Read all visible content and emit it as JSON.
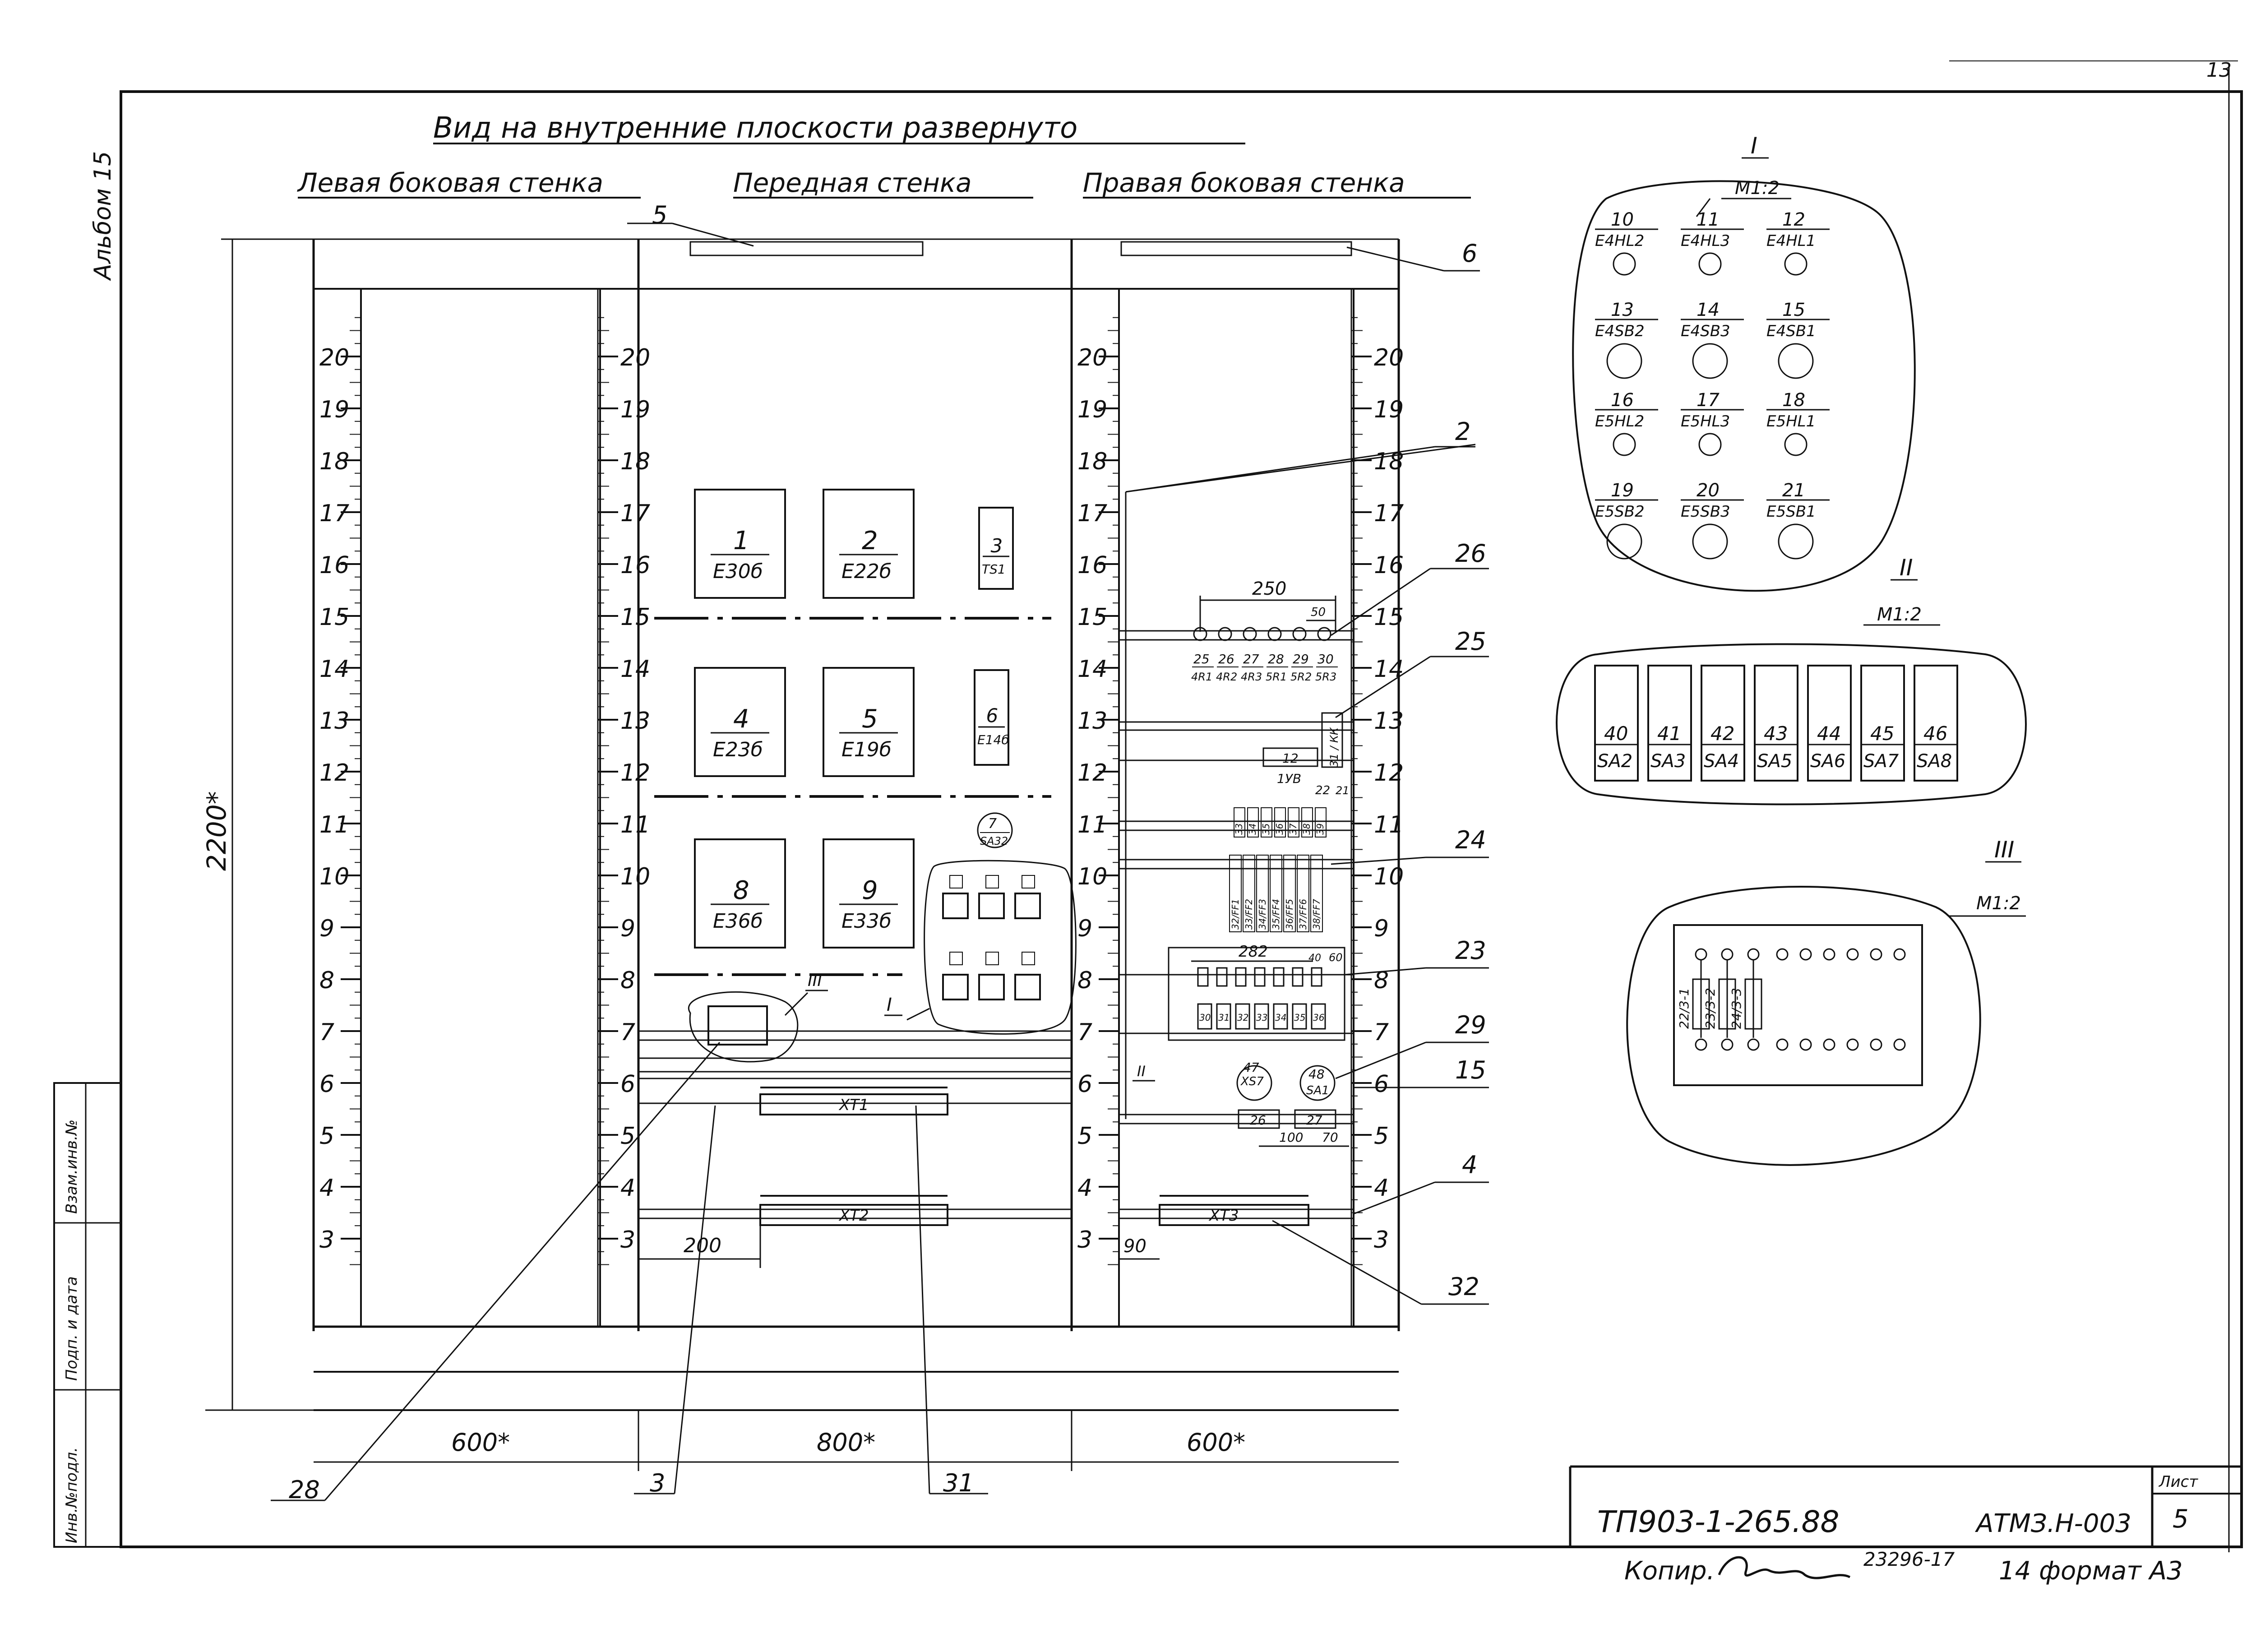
{
  "sheet": {
    "side_label": "Альбом 15",
    "corner_page": "13",
    "title": "Вид на внутренние плоскости развернуто",
    "views": {
      "left": "Левая боковая стенка",
      "front": "Передная стенка",
      "right": "Правая боковая стенка"
    }
  },
  "dimensions": {
    "height": "2200*",
    "left_width": "600*",
    "front_width": "800*",
    "right_width": "600*",
    "xt_offset": "200",
    "xt3_offset": "90"
  },
  "scale": [
    "3",
    "4",
    "5",
    "6",
    "7",
    "8",
    "9",
    "10",
    "11",
    "12",
    "13",
    "14",
    "15",
    "16",
    "17",
    "18",
    "19",
    "20"
  ],
  "callouts": [
    {
      "n": "5"
    },
    {
      "n": "6"
    },
    {
      "n": "2"
    },
    {
      "n": "26"
    },
    {
      "n": "25"
    },
    {
      "n": "24"
    },
    {
      "n": "23"
    },
    {
      "n": "29"
    },
    {
      "n": "15"
    },
    {
      "n": "4"
    },
    {
      "n": "32"
    },
    {
      "n": "28"
    },
    {
      "n": "3"
    },
    {
      "n": "31"
    }
  ],
  "front_devices": [
    {
      "num": "1",
      "code": "E30б"
    },
    {
      "num": "2",
      "code": "E22б"
    },
    {
      "num": "3",
      "code": "TS1"
    },
    {
      "num": "4",
      "code": "E23б"
    },
    {
      "num": "5",
      "code": "E19б"
    },
    {
      "num": "6",
      "code": "E14б"
    },
    {
      "num": "8",
      "code": "E36б"
    },
    {
      "num": "9",
      "code": "E33б"
    }
  ],
  "device7": {
    "num": "7",
    "code": "SA32"
  },
  "terminals": [
    "XT1",
    "XT2",
    "XT3"
  ],
  "view_markers": {
    "one": "I",
    "two": "II",
    "three": "III"
  },
  "right_wall": {
    "dim250": "250",
    "dim50": "50",
    "row14": [
      {
        "num": "25",
        "code": "4R1"
      },
      {
        "num": "26",
        "code": "4R2"
      },
      {
        "num": "27",
        "code": "4R3"
      },
      {
        "num": "28",
        "code": "5R1"
      },
      {
        "num": "29",
        "code": "5R2"
      },
      {
        "num": "30",
        "code": "5R3"
      }
    ],
    "label_31": "31",
    "label_kk": "КК",
    "r12": {
      "num": "12",
      "code": "1УВ"
    },
    "label_22": "22",
    "label_21": "21",
    "row11_labels": [
      "33",
      "34",
      "35",
      "36",
      "37",
      "38",
      "39"
    ],
    "row9_labels": [
      "32/FF1",
      "33/FF2",
      "34/FF3",
      "35/FF4",
      "36/FF5",
      "37/FF6",
      "38/FF7"
    ],
    "dim282": "282",
    "dim40": "40",
    "dim60": "60",
    "row8_labels": [
      "30",
      "31",
      "32",
      "33",
      "34",
      "35",
      "36"
    ],
    "x57": {
      "num": "47",
      "code": "XS7"
    },
    "sa1": {
      "num": "48",
      "code": "SA1"
    },
    "r26": "26",
    "r27": "27",
    "dim100": "100",
    "dim70": "70"
  },
  "detail1": {
    "label": "I",
    "scale": "М1:2",
    "items": [
      {
        "num": "10",
        "code": "E4HL2"
      },
      {
        "num": "11",
        "code": "E4HL3"
      },
      {
        "num": "12",
        "code": "E4HL1"
      },
      {
        "num": "13",
        "code": "E4SB2"
      },
      {
        "num": "14",
        "code": "E4SB3"
      },
      {
        "num": "15",
        "code": "E4SB1"
      },
      {
        "num": "16",
        "code": "E5HL2"
      },
      {
        "num": "17",
        "code": "E5HL3"
      },
      {
        "num": "18",
        "code": "E5HL1"
      },
      {
        "num": "19",
        "code": "E5SB2"
      },
      {
        "num": "20",
        "code": "E5SB3"
      },
      {
        "num": "21",
        "code": "E5SB1"
      }
    ]
  },
  "detail2": {
    "label": "II",
    "scale": "М1:2",
    "items": [
      {
        "num": "40",
        "code": "SA2"
      },
      {
        "num": "41",
        "code": "SA3"
      },
      {
        "num": "42",
        "code": "SA4"
      },
      {
        "num": "43",
        "code": "SA5"
      },
      {
        "num": "44",
        "code": "SA6"
      },
      {
        "num": "45",
        "code": "SA7"
      },
      {
        "num": "46",
        "code": "SA8"
      }
    ]
  },
  "detail3": {
    "label": "III",
    "scale": "М1:2",
    "resistors": [
      "22/3-1",
      "23/3-2",
      "24/3-3"
    ]
  },
  "stamp_cols": [
    "Инв.№подл.",
    "Подп. и дата",
    "Взам.инв.№"
  ],
  "title_block": {
    "code": "ТП903-1-265.88",
    "doc": "АТМЗ.Н-003",
    "sheet_label": "Лист",
    "sheet_no": "5",
    "copy_label": "Копир.",
    "order": "23296-17",
    "format_label": "14 формат А3"
  }
}
